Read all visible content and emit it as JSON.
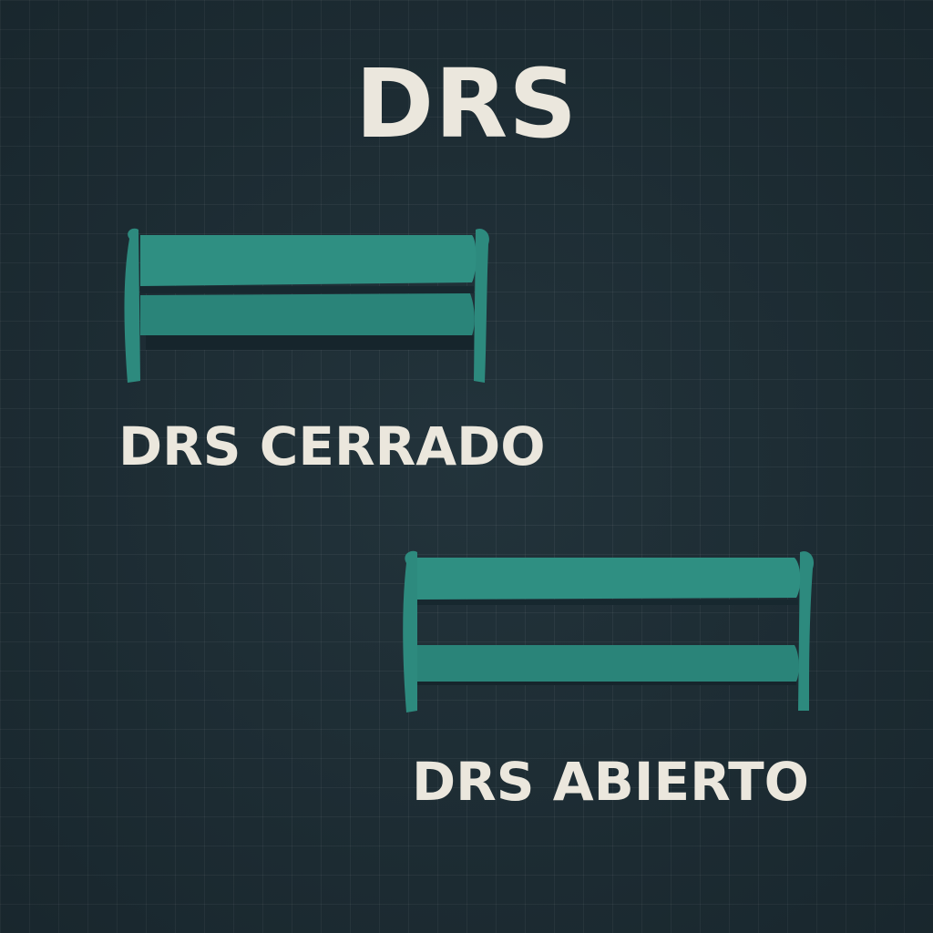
{
  "title": "DRS",
  "states": {
    "closed": {
      "label": "DRS CERRADO"
    },
    "open": {
      "label": "DRS ABIERTO"
    }
  },
  "colors": {
    "background": "#1e2f37",
    "wing_teal": "#2d8a7e",
    "wing_teal_light": "#349c8f",
    "wing_shadow": "#16252c",
    "text": "#ebe7dd"
  }
}
